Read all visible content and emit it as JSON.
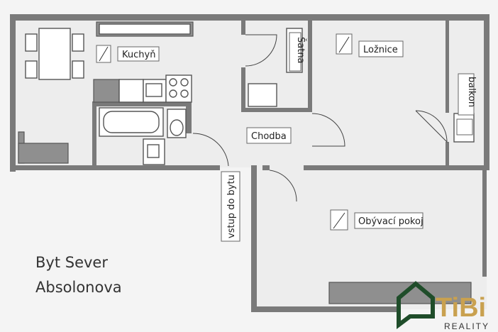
{
  "rooms": {
    "kitchen": "Kuchyň",
    "closet": "Šatna",
    "bedroom": "Ložnice",
    "balcony": "balkon",
    "corridor": "Chodba",
    "entrance": "vstup do bytu",
    "living_room": "Obývací pokoj"
  },
  "caption": {
    "line1": "Byt Sever",
    "line2": "Absolonova"
  },
  "logo": {
    "name": "TiBi",
    "subtitle": "REALITY",
    "green": "#1f4d2a",
    "gold": "#c9a14f"
  },
  "colors": {
    "wall": "#7a7a7a",
    "floor": "#ededed"
  }
}
